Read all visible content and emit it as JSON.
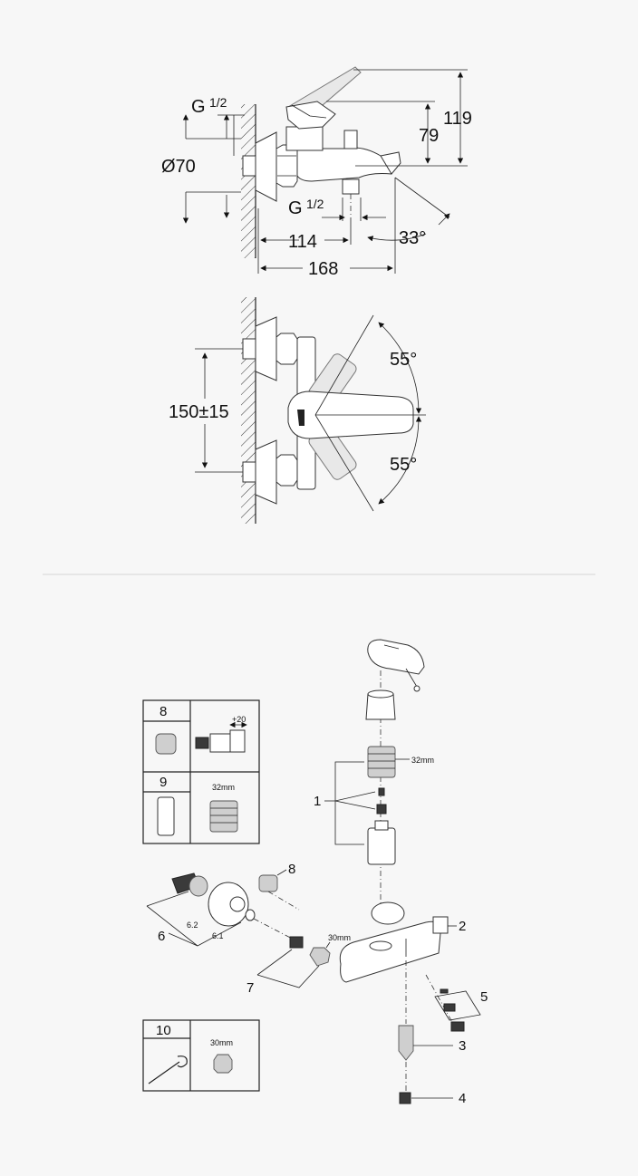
{
  "dimension_labels": {
    "thread_top": "G",
    "thread_top_frac": "1/2",
    "thread_bottom": "G",
    "thread_bottom_frac": "1/2",
    "diameter": "Ø70",
    "height_total": "119",
    "height_lever": "79",
    "projection_outlet": "114",
    "projection_total": "168",
    "outlet_angle": "33°",
    "centres": "150±15",
    "swing_up": "55°",
    "swing_down": "55°"
  },
  "parts": {
    "p1": "1",
    "p2": "2",
    "p3": "3",
    "p4": "4",
    "p5": "5",
    "p6": "6",
    "p61": "6.1",
    "p62": "6.2",
    "p7": "7",
    "p8": "8",
    "wrench_cartridge": "32mm",
    "wrench_nut": "30mm"
  },
  "boxes": {
    "box8": "8",
    "box8_dim": "+20",
    "box9": "9",
    "box9_dim": "32mm",
    "box10": "10",
    "box10_dim": "30mm"
  }
}
